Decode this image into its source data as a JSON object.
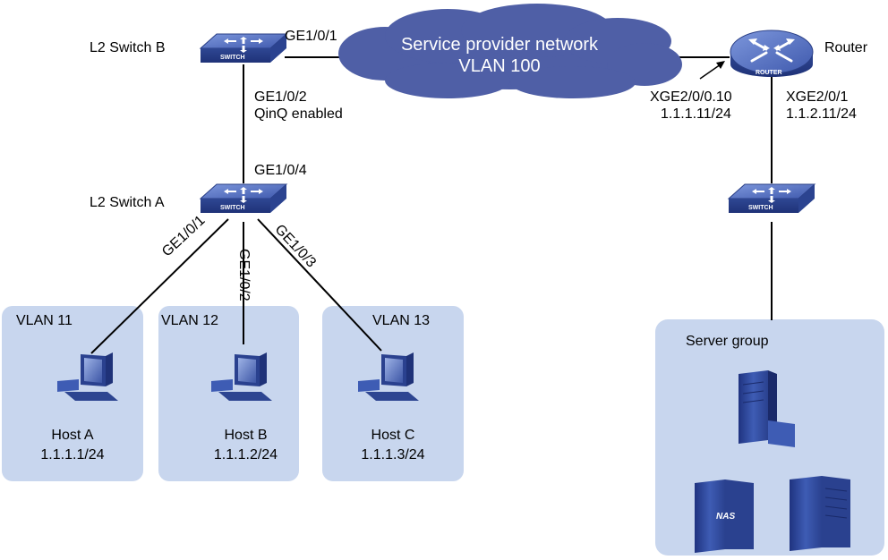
{
  "devices": {
    "switch_b": {
      "name": "L2 Switch B",
      "badge": "SWITCH"
    },
    "switch_a": {
      "name": "L2 Switch A",
      "badge": "SWITCH"
    },
    "router": {
      "name": "Router",
      "badge": "ROUTER"
    },
    "server_switch": {
      "badge": "SWITCH"
    }
  },
  "cloud": {
    "line1": "Service provider network",
    "line2": "VLAN 100"
  },
  "ports": {
    "b_uplink": "GE1/0/1",
    "b_downlink": "GE1/0/2",
    "b_downlink_note": "QinQ enabled",
    "a_uplink": "GE1/0/4",
    "a_port1": "GE1/0/1",
    "a_port2": "GE1/0/2",
    "a_port3": "GE1/0/3",
    "router_sub": "XGE2/0/0.10",
    "router_sub_ip": "1.1.1.11/24",
    "router_down": "XGE2/0/1",
    "router_down_ip": "1.1.2.11/24"
  },
  "vlans": [
    {
      "label": "VLAN 11",
      "host": "Host A",
      "ip": "1.1.1.1/24"
    },
    {
      "label": "VLAN 12",
      "host": "Host B",
      "ip": "1.1.1.2/24"
    },
    {
      "label": "VLAN 13",
      "host": "Host C",
      "ip": "1.1.1.3/24"
    }
  ],
  "server_group": {
    "label": "Server group",
    "nas_badge": "NAS"
  },
  "colors": {
    "area_fill": "#c8d6ee",
    "cloud": "#4f5fa6",
    "device": "#3d57a8",
    "device_light": "#6b88d0",
    "link": "#000000"
  }
}
